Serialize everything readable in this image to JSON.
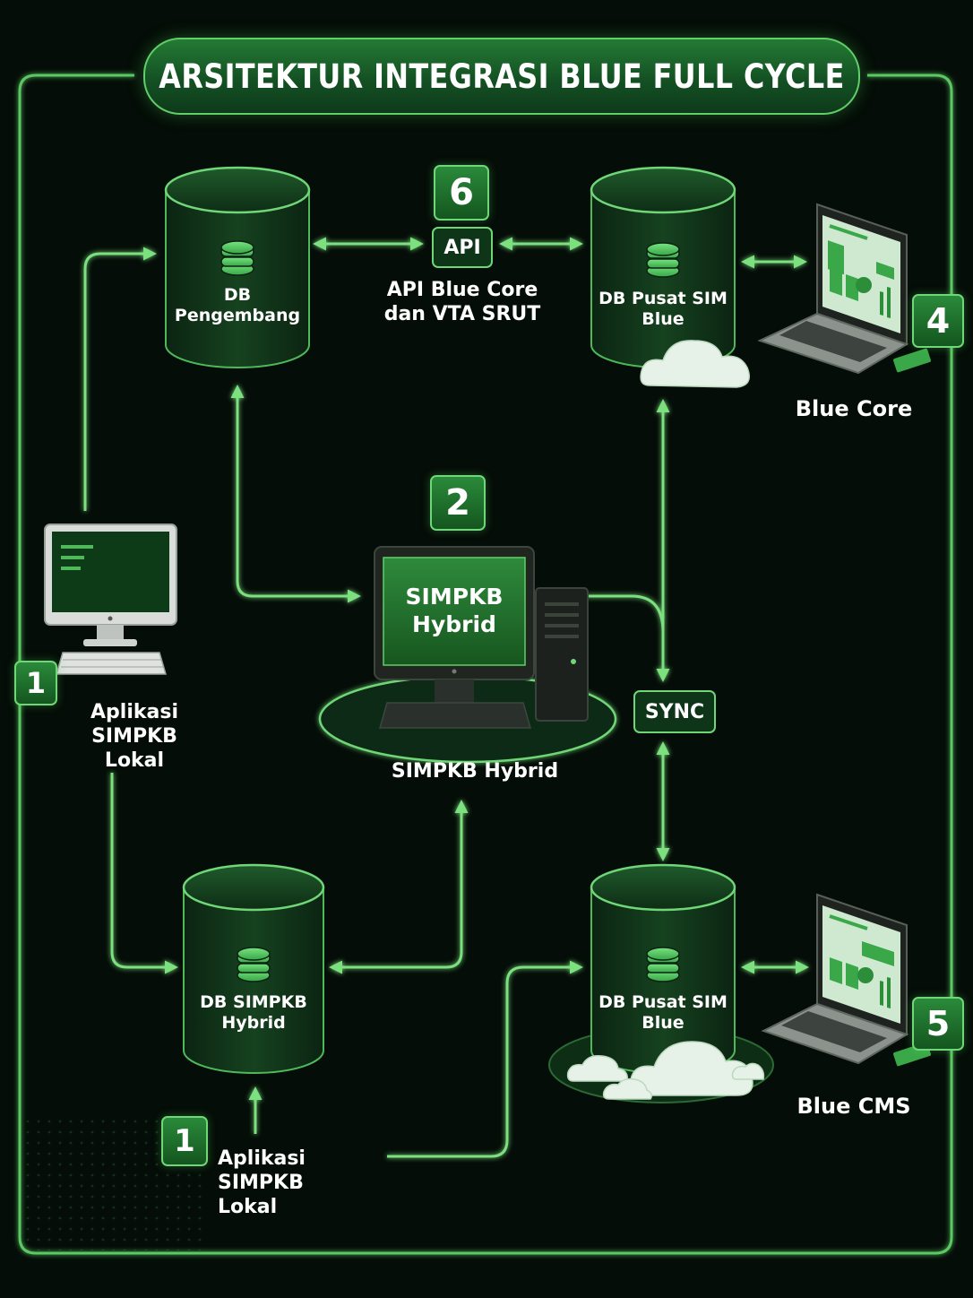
{
  "title": "ARSITEKTUR INTEGRASI BLUE FULL CYCLE",
  "nodes": {
    "db_pengembang": "DB\nPengembang",
    "db_pusat_top": "DB Pusat SIM\nBlue",
    "db_simpkb_hybrid": "DB SIMPKB\nHybrid",
    "db_pusat_bottom": "DB Pusat SIM\nBlue",
    "simpkb_screen": "SIMPKB\nHybrid",
    "simpkb_label": "SIMPKB Hybrid",
    "app_local_left": "Aplikasi SIMPKB\nLokal",
    "app_local_bottom": "Aplikasi SIMPKB\nLokal",
    "api_tag": "API",
    "api_label": "API Blue Core\ndan VTA SRUT",
    "sync_tag": "SYNC",
    "blue_core": "Blue Core",
    "blue_cms": "Blue CMS"
  },
  "badges": {
    "b6": "6",
    "b2": "2",
    "b4": "4",
    "b5": "5",
    "b1_left": "1",
    "b1_bottom": "1"
  },
  "colors": {
    "background": "#040d07",
    "accent": "#6fd777",
    "line": "#7be07f",
    "panel": "#0f2a16"
  }
}
